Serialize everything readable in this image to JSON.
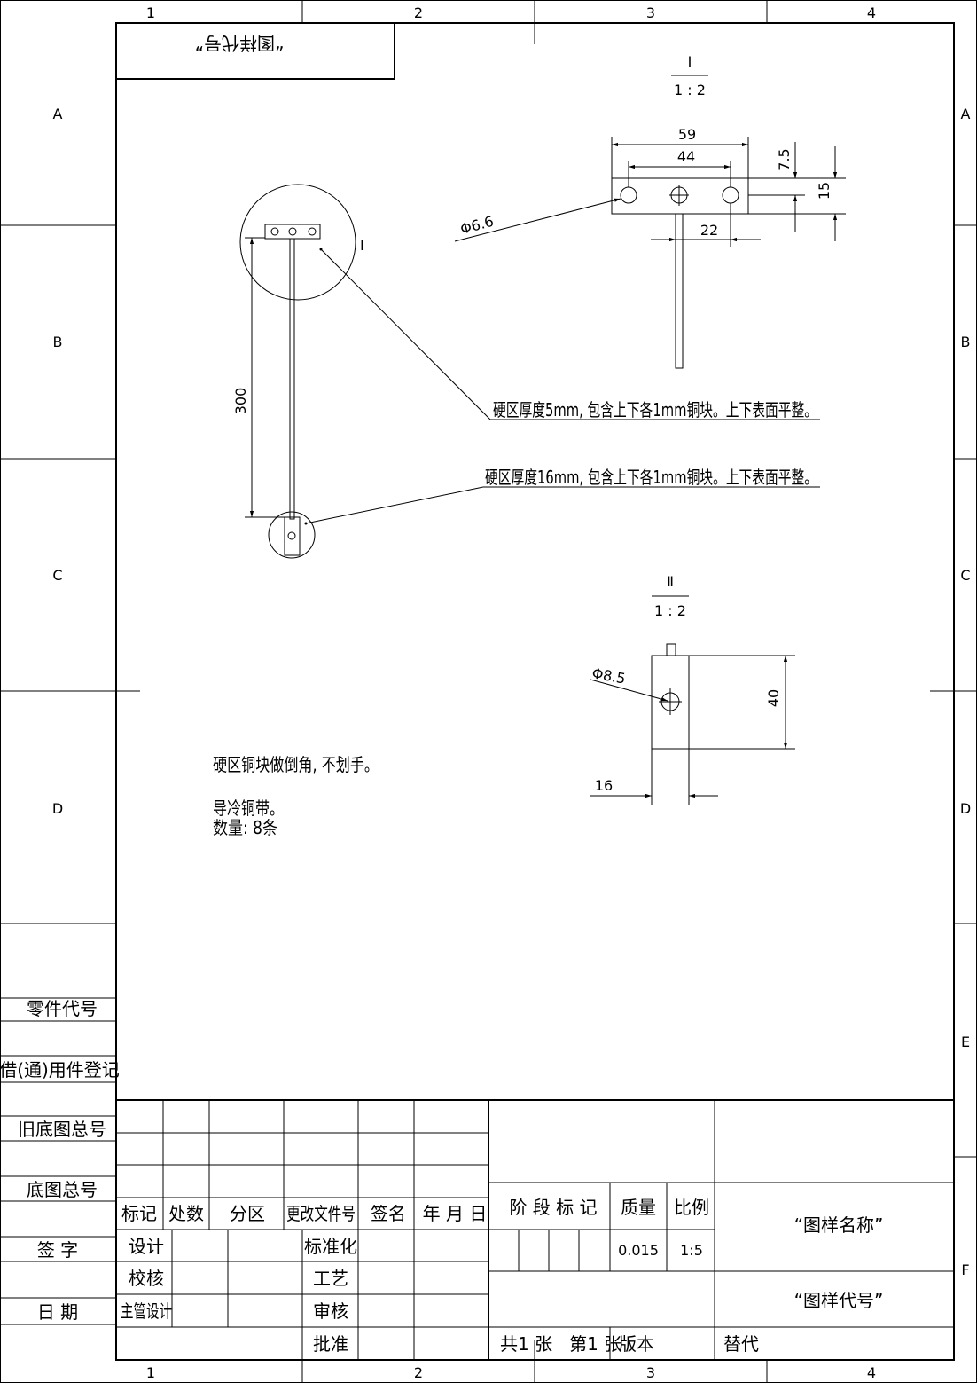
{
  "sheet": {
    "zone_cols": [
      "1",
      "2",
      "3",
      "4"
    ],
    "zone_rows": [
      "A",
      "B",
      "C",
      "D",
      "E",
      "F"
    ]
  },
  "corner_stamp": "“图样代号”",
  "left_strip": {
    "part_code": "零件代号",
    "borrow_register": "借(通)用件登记",
    "old_base_no": "旧底图总号",
    "base_no": "底图总号",
    "signature": "签 字",
    "date": "日 期"
  },
  "views": {
    "detail1": {
      "roman": "Ⅰ",
      "scale": "1 : 2",
      "dim_59": "59",
      "dim_44": "44",
      "dim_22": "22",
      "dim_7_5": "7.5",
      "dim_15": "15",
      "dia": "Φ6.6"
    },
    "detail2": {
      "roman": "Ⅱ",
      "scale": "1 : 2",
      "dim_40": "40",
      "dim_16": "16",
      "dia": "Φ8.5"
    },
    "main": {
      "dim_300": "300",
      "label_I": "Ⅰ"
    }
  },
  "notes": {
    "callout1": "硬区厚度5mm, 包含上下各1mm铜块。上下表面平整。",
    "callout2": "硬区厚度16mm, 包含上下各1mm铜块。上下表面平整。",
    "note1": "硬区铜块做倒角, 不划手。",
    "note2": "导冷铜带。",
    "note3": "数量: 8条"
  },
  "title_block": {
    "rev_headers": [
      "标记",
      "处数",
      "分区",
      "更改文件号",
      "签名",
      "年 月 日"
    ],
    "design": "设计",
    "check": "校核",
    "chief_design": "主管设计",
    "standardize": "标准化",
    "process": "工艺",
    "review": "审核",
    "approve": "批准",
    "stage_mark": "阶 段 标 记",
    "mass_label": "质量",
    "scale_label": "比例",
    "mass_value": "0.015",
    "scale_value": "1:5",
    "drawing_name": "“图样名称”",
    "drawing_code": "“图样代号”",
    "sheets": "共1 张   第1 张",
    "version": "版本",
    "replace": "替代"
  }
}
